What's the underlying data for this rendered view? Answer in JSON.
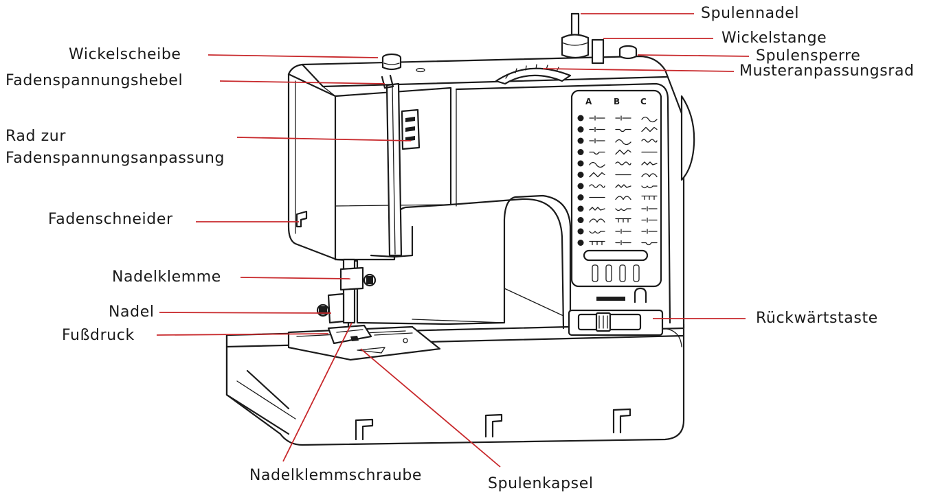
{
  "diagram": {
    "labels": {
      "spulennadel": "Spulennadel",
      "wickelstange": "Wickelstange",
      "spulensperre": "Spulensperre",
      "musteranpassungsrad": "Musteranpassungsrad",
      "wickelscheibe": "Wickelscheibe",
      "fadenspannungshebel": "Fadenspannungshebel",
      "rad_zur": "Rad zur",
      "fadenspannungsanpassung": "Fadenspannungsanpassung",
      "fadenschneider": "Fadenschneider",
      "nadelklemme": "Nadelklemme",
      "nadel": "Nadel",
      "fussdruck": "Fußdruck",
      "rueckwaertstaste": "Rückwärtstaste",
      "nadelklemmschraube": "Nadelklemmschraube",
      "spulenkapsel": "Spulenkapsel"
    },
    "stitch_panel": {
      "columns": [
        "A",
        "B",
        "C"
      ]
    },
    "leader_color": "#c8282b",
    "outline_color": "#1b1b1b"
  }
}
